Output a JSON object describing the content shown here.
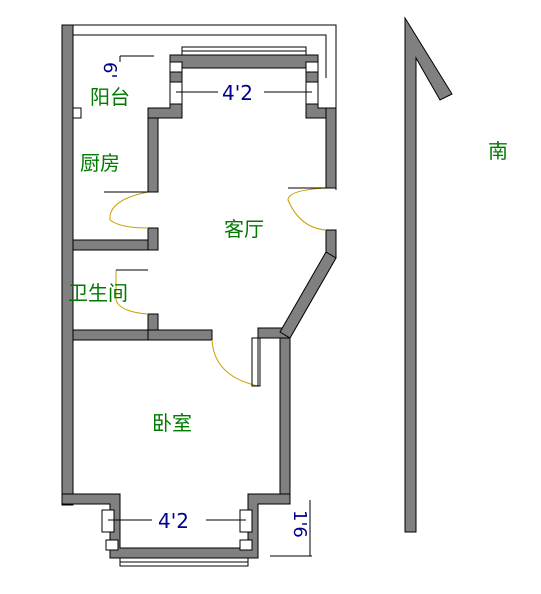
{
  "rooms": {
    "balcony": "阳台",
    "kitchen": "厨房",
    "living": "客厅",
    "bathroom": "卫生间",
    "bedroom": "卧室"
  },
  "dimensions": {
    "top_window": "4'2",
    "bottom_window": "4'2",
    "balcony_side": "6'",
    "bottom_right": "1'6"
  },
  "compass": {
    "direction": "南"
  },
  "colors": {
    "wall": "#808080",
    "wall_edge": "#000000",
    "room_text": "#007a00",
    "dim_text": "#00008b",
    "door_arc": "#c8a000"
  }
}
